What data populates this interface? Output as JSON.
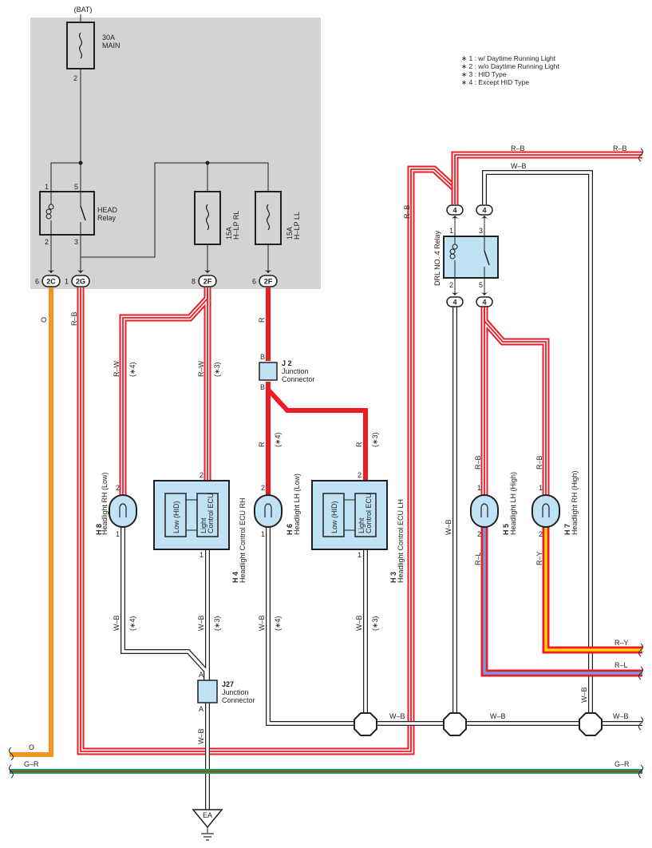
{
  "battery_label": "(BAT)",
  "fuse_main": {
    "line1": "30A",
    "line2": "MAIN",
    "pin": "2"
  },
  "head_relay": {
    "line1": "HEAD",
    "line2": "Relay",
    "pins": [
      "1",
      "5",
      "2",
      "3"
    ]
  },
  "fuse_rl": {
    "line1": "15A",
    "line2": "H–LP RL"
  },
  "fuse_ll": {
    "line1": "15A",
    "line2": "H–LP LL"
  },
  "connectors": {
    "c2c": {
      "id": "2C",
      "pin": "6"
    },
    "c2g": {
      "id": "2G",
      "pin": "1"
    },
    "c2f_a": {
      "id": "2F",
      "pin": "8"
    },
    "c2f_b": {
      "id": "2F",
      "pin": "6"
    }
  },
  "notes": [
    "∗ 1 : w/ Daytime Running Light",
    "∗ 2 : w/o Daytime Running Light",
    "∗ 3 : HID Type",
    "∗ 4 : Except HID Type"
  ],
  "drl_relay": {
    "label": "DRL NO. 4 Relay",
    "connector": "4",
    "pins": [
      "1",
      "3",
      "2",
      "5"
    ]
  },
  "j2": {
    "code": "J 2",
    "line1": "Junction",
    "line2": "Connector",
    "pin_top": "B",
    "pin_bottom": "B"
  },
  "j27": {
    "code": "J27",
    "line1": "Junction",
    "line2": "Connector",
    "pin_top": "A",
    "pin_bottom": "A"
  },
  "h8": {
    "code": "H 8",
    "name": "Headlight RH (Low)",
    "pin_top": "2",
    "pin_bottom": "1"
  },
  "h4": {
    "code": "H 4",
    "name": "Headlight Control ECU RH",
    "pin_top": "2",
    "pin_bottom": "1",
    "inner_left": "Low (HID)",
    "inner_right_1": "Light",
    "inner_right_2": "Control ECU"
  },
  "h6": {
    "code": "H 6",
    "name": "Headlight LH (Low)",
    "pin_top": "2",
    "pin_bottom": "1"
  },
  "h3": {
    "code": "H 3",
    "name": "Headlight Control ECU LH",
    "pin_top": "2",
    "pin_bottom": "1",
    "inner_left": "Low (HID)",
    "inner_right_1": "Light",
    "inner_right_2": "Control ECU"
  },
  "h5": {
    "code": "H 5",
    "name": "Headlight LH (High)",
    "pin_top": "1",
    "pin_bottom": "2"
  },
  "h7": {
    "code": "H 7",
    "name": "Headlight RH (High)",
    "pin_top": "1",
    "pin_bottom": "2"
  },
  "wire_labels": {
    "o": "O",
    "rb": "R–B",
    "rw": "R–W",
    "r": "R",
    "wb": "W–B",
    "rl": "R–L",
    "ry": "R–Y",
    "gr": "G–R",
    "star3": "(∗3)",
    "star4": "(∗4)"
  },
  "ground": {
    "label": "EA"
  },
  "colors": {
    "panel": "#d2d3d5",
    "component": "#bfe3f5",
    "red": "#ed1c24",
    "orange": "#f7941d",
    "green": "#00a651",
    "blue": "#6d9eeb",
    "yellow": "#ffd200",
    "black": "#231f20"
  }
}
